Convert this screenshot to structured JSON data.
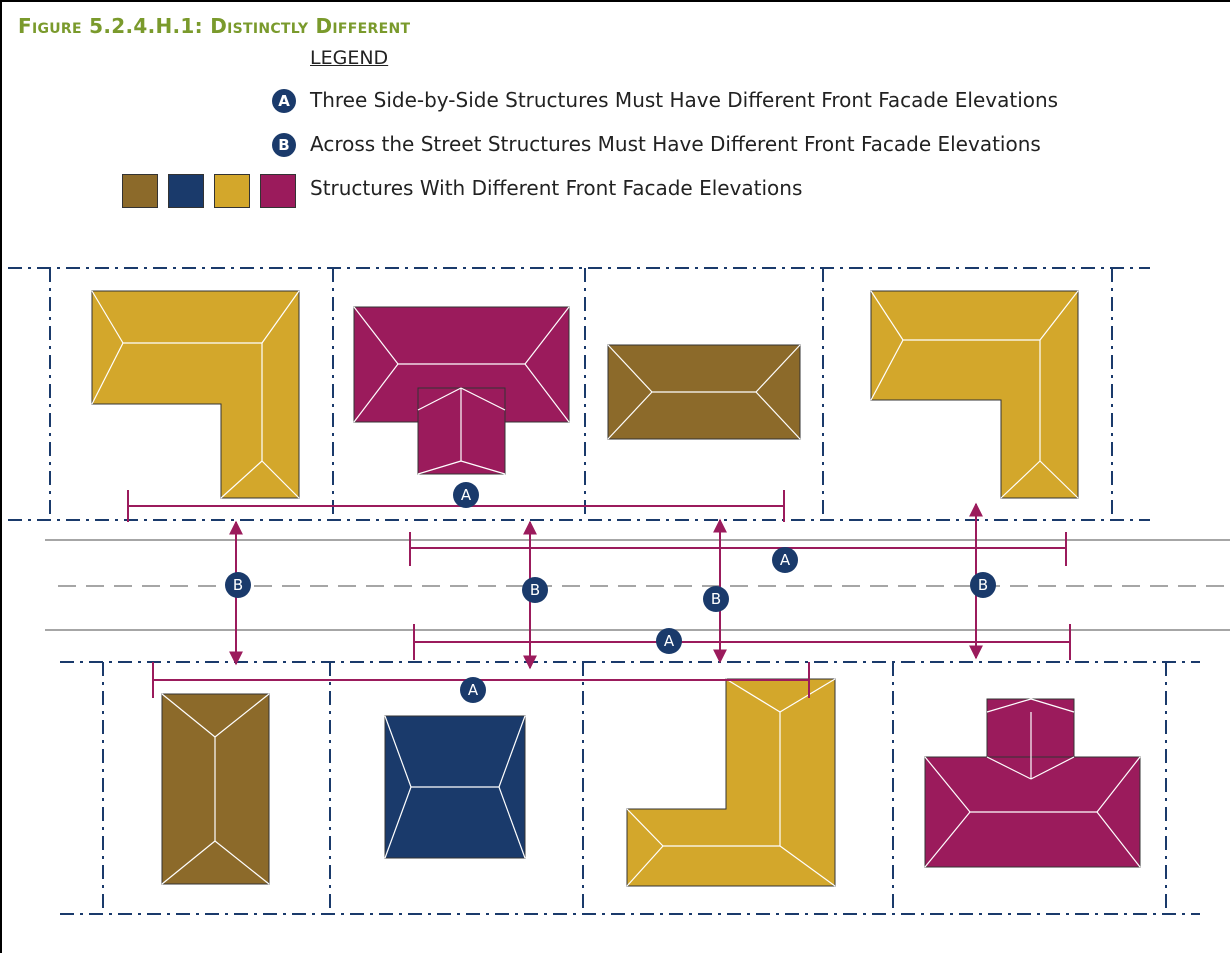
{
  "title": "Figure 5.2.4.H.1: Distinctly Different",
  "legend": {
    "heading": "LEGEND",
    "items": [
      {
        "symbol": "A",
        "text": "Three Side-by-Side Structures Must Have Different Front Facade Elevations"
      },
      {
        "symbol": "B",
        "text": "Across the Street Structures Must Have Different Front Facade Elevations"
      },
      {
        "symbol": "swatches",
        "text": "Structures With Different Front Facade Elevations"
      }
    ]
  },
  "markers": {
    "a": "A",
    "b": "B"
  },
  "colors": {
    "title": "#7a9a2c",
    "brown": "#8c6a2a",
    "navy": "#1a3a6b",
    "gold": "#d3a72b",
    "magenta": "#9b1b5c",
    "dimension": "#9b1b5c",
    "badge": "#1a3a6b",
    "lot_line": "#1a3a6b",
    "road": "#888888"
  }
}
